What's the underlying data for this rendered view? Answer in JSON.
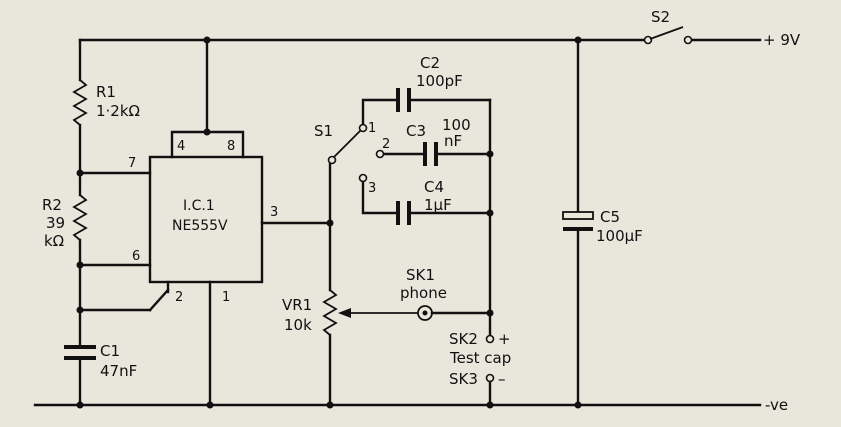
{
  "diagram": {
    "supply": {
      "positive": "+ 9V",
      "negative": "-ve"
    },
    "switch_s2": {
      "ref": "S2"
    },
    "ic1": {
      "ref": "I.C.1",
      "part": "NE555V",
      "pins": {
        "p4": "4",
        "p8": "8",
        "p7": "7",
        "p6": "6",
        "p2": "2",
        "p1": "1",
        "p3": "3"
      }
    },
    "r1": {
      "ref": "R1",
      "value": "1·2kΩ"
    },
    "r2": {
      "ref": "R2",
      "value_a": "39",
      "value_b": "kΩ"
    },
    "c1": {
      "ref": "C1",
      "value": "47nF"
    },
    "s1": {
      "ref": "S1",
      "pos1": "1",
      "pos2": "2",
      "pos3": "3"
    },
    "c2": {
      "ref": "C2",
      "value": "100pF"
    },
    "c3": {
      "ref": "C3",
      "value_a": "100",
      "value_b": "nF"
    },
    "c4": {
      "ref": "C4",
      "value": "1µF"
    },
    "c5": {
      "ref": "C5",
      "value": "100µF"
    },
    "vr1": {
      "ref": "VR1",
      "value": "10k"
    },
    "sk1": {
      "ref": "SK1",
      "label": "phone"
    },
    "sk2": {
      "ref": "SK2",
      "polarity": "+"
    },
    "test_cap": {
      "label": "Test cap"
    },
    "sk3": {
      "ref": "SK3",
      "polarity": "–"
    }
  }
}
